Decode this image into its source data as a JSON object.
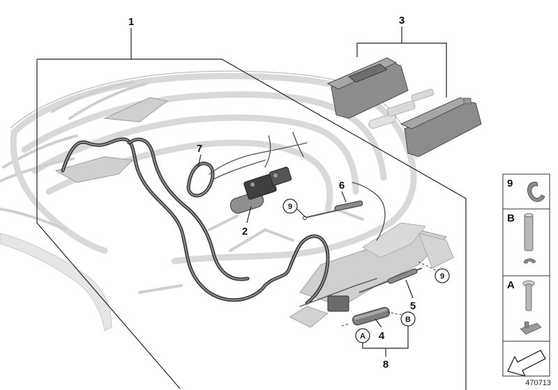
{
  "callouts": {
    "c1": "1",
    "c2": "2",
    "c3": "3",
    "c4": "4",
    "c5": "5",
    "c6": "6",
    "c7": "7",
    "c8": "8",
    "c9a": "9",
    "c9b": "9",
    "cA": "A",
    "cB": "B"
  },
  "legend": {
    "item9": "9",
    "itemB": "B",
    "itemA": "A"
  },
  "figure_number": "470713"
}
